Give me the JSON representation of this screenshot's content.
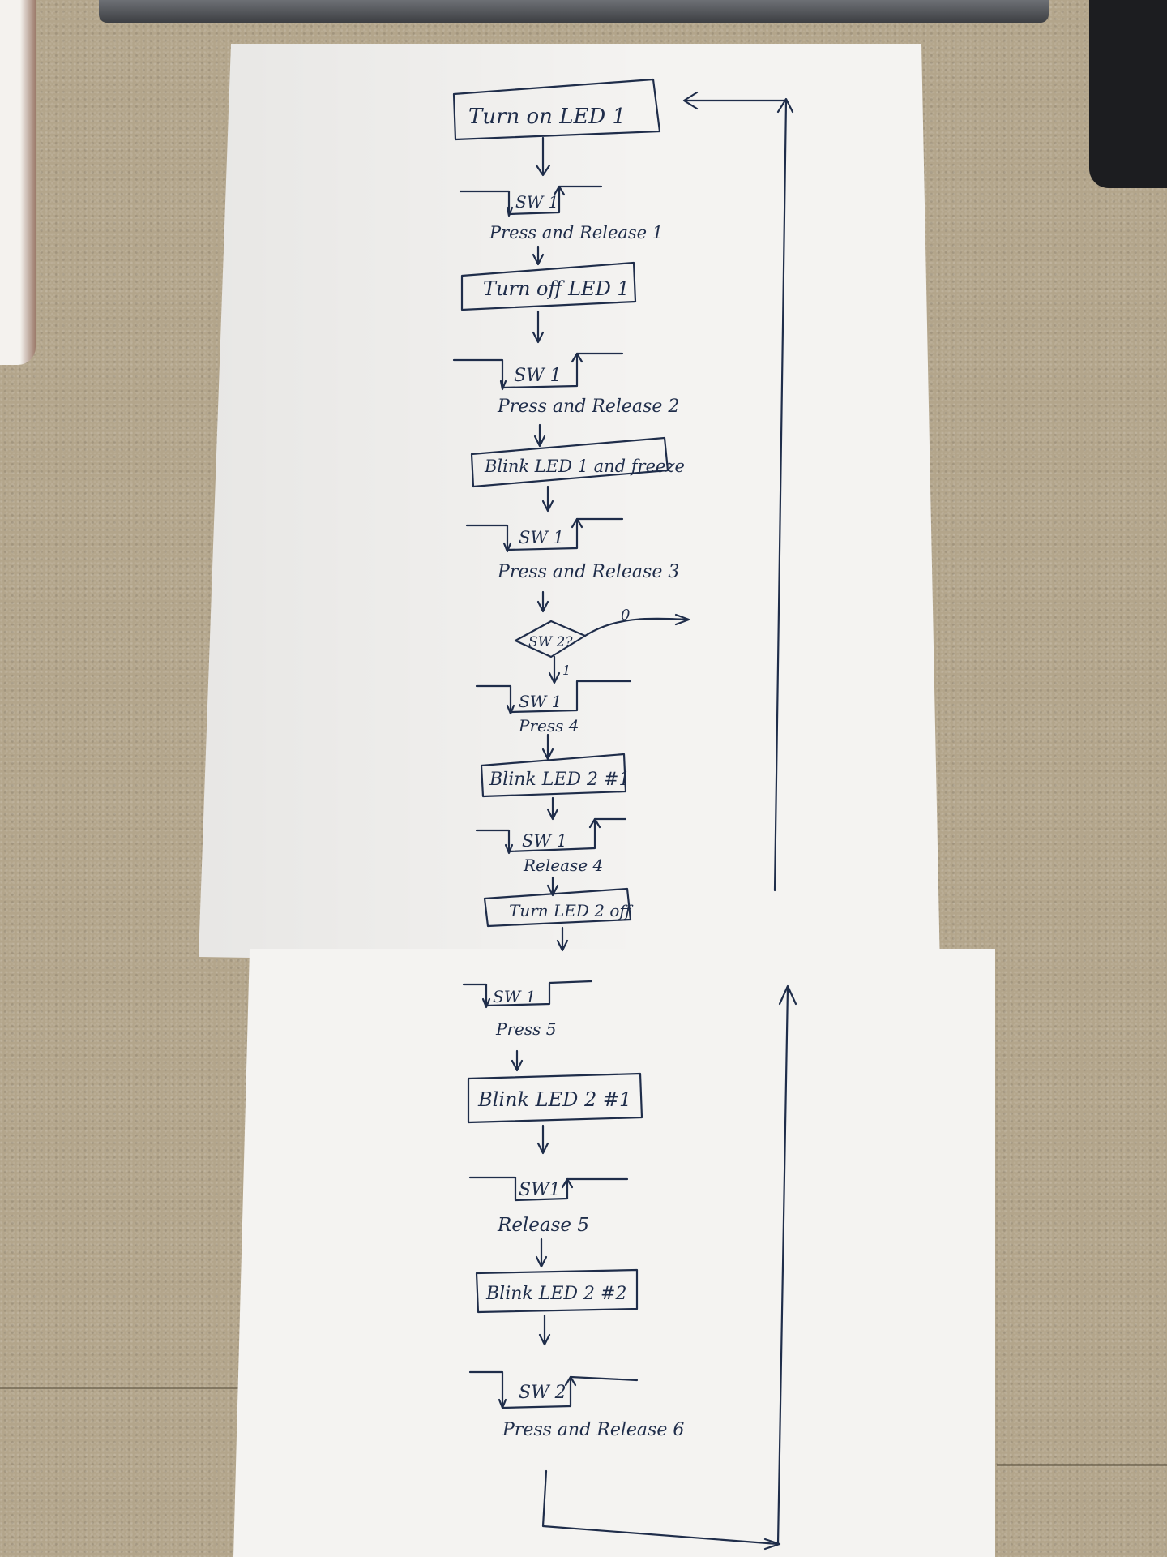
{
  "diagram": {
    "boxes": [
      {
        "id": "b1",
        "label": "Turn on LED 1"
      },
      {
        "id": "b2",
        "label": "Turn off LED 1"
      },
      {
        "id": "b3",
        "label": "Blink LED 1 and freeze"
      },
      {
        "id": "b4",
        "label": "Blink LED 2 #1"
      },
      {
        "id": "b5",
        "label": "Turn LED 2 off"
      },
      {
        "id": "b6",
        "label": "Blink LED 2 #1"
      },
      {
        "id": "b7",
        "label": "Blink LED 2 #2"
      }
    ],
    "switch_events": [
      {
        "id": "s1",
        "switch": "SW 1",
        "action": "Press and Release 1"
      },
      {
        "id": "s2",
        "switch": "SW 1",
        "action": "Press and Release 2"
      },
      {
        "id": "s3",
        "switch": "SW 1",
        "action": "Press and Release 3"
      },
      {
        "id": "s4",
        "switch": "SW 1",
        "action": "Press 4"
      },
      {
        "id": "s5",
        "switch": "SW 1",
        "action": "Release 4"
      },
      {
        "id": "s6",
        "switch": "SW 1",
        "action": "Press 5"
      },
      {
        "id": "s7",
        "switch": "SW1",
        "action": "Release 5"
      },
      {
        "id": "s8",
        "switch": "SW 2",
        "action": "Press and Release 6"
      }
    ],
    "decision": {
      "label": "SW 2?",
      "branch_no": "0",
      "branch_yes": "1"
    }
  }
}
